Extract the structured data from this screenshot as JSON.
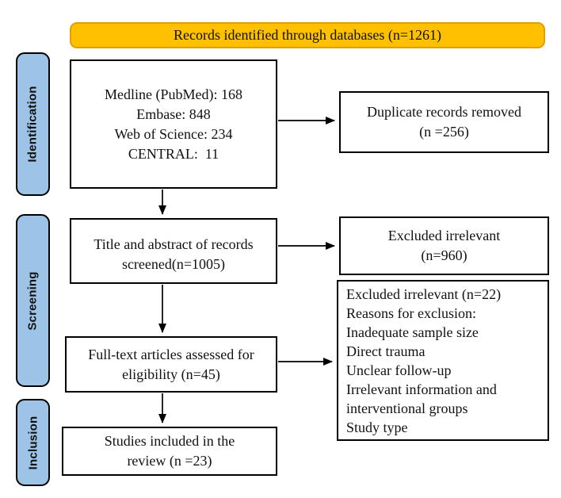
{
  "diagram": {
    "banner": {
      "label": "Records identified through databases (n=1261)"
    },
    "stages": [
      {
        "label": "Identification"
      },
      {
        "label": "Screening"
      },
      {
        "label": "Inclusion"
      }
    ],
    "boxes": {
      "databases": {
        "lines": [
          "Medline (PubMed): 168",
          "Embase: 848",
          "Web of Science: 234",
          "CENTRAL:  11"
        ]
      },
      "duplicates": {
        "lines": [
          "Duplicate records removed",
          "(n =256)"
        ]
      },
      "screened": {
        "lines": [
          "Title and abstract of records",
          "screened(n=1005)"
        ]
      },
      "excluded_screening": {
        "lines": [
          "Excluded irrelevant",
          "(n=960)"
        ]
      },
      "fulltext": {
        "lines": [
          "Full-text articles assessed for",
          "eligibility (n=45)"
        ]
      },
      "reasons": {
        "lines": [
          "Excluded irrelevant (n=22)",
          "Reasons for exclusion:",
          "Inadequate sample size",
          "Direct trauma",
          "Unclear follow-up",
          "Irrelevant information and",
          "interventional groups",
          "Study type"
        ]
      },
      "included": {
        "lines": [
          "Studies included in the",
          "review (n =23)"
        ]
      }
    },
    "colors": {
      "banner_fill": "#FFC000",
      "banner_border": "#DFA100",
      "stage_fill": "#9DC3E6",
      "stage_border": "#000000",
      "box_border": "#000000",
      "arrow": "#000000"
    }
  }
}
